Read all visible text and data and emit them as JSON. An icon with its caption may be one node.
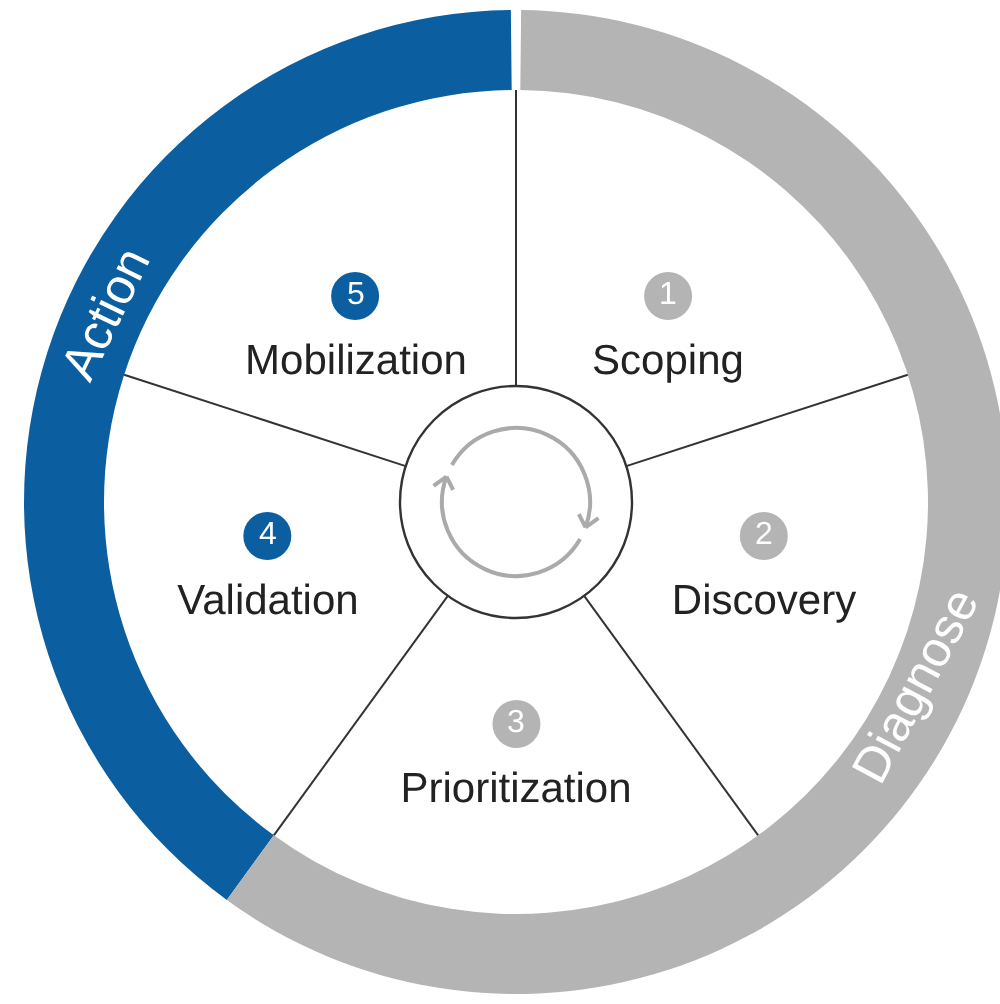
{
  "diagram": {
    "nodes": [
      {
        "text": [
          "Action"
        ]
      },
      {
        "text": [
          "Diagnose"
        ]
      },
      {
        "text": [
          "1",
          "Scoping"
        ]
      },
      {
        "text": [
          "2",
          "Discovery"
        ]
      },
      {
        "text": [
          "3",
          "Prioritization"
        ]
      },
      {
        "text": [
          "4",
          "Validation"
        ]
      },
      {
        "text": [
          "5",
          "Mobilization"
        ]
      },
      {
        "text": [],
        "shape": "circle"
      }
    ],
    "edges": []
  }
}
